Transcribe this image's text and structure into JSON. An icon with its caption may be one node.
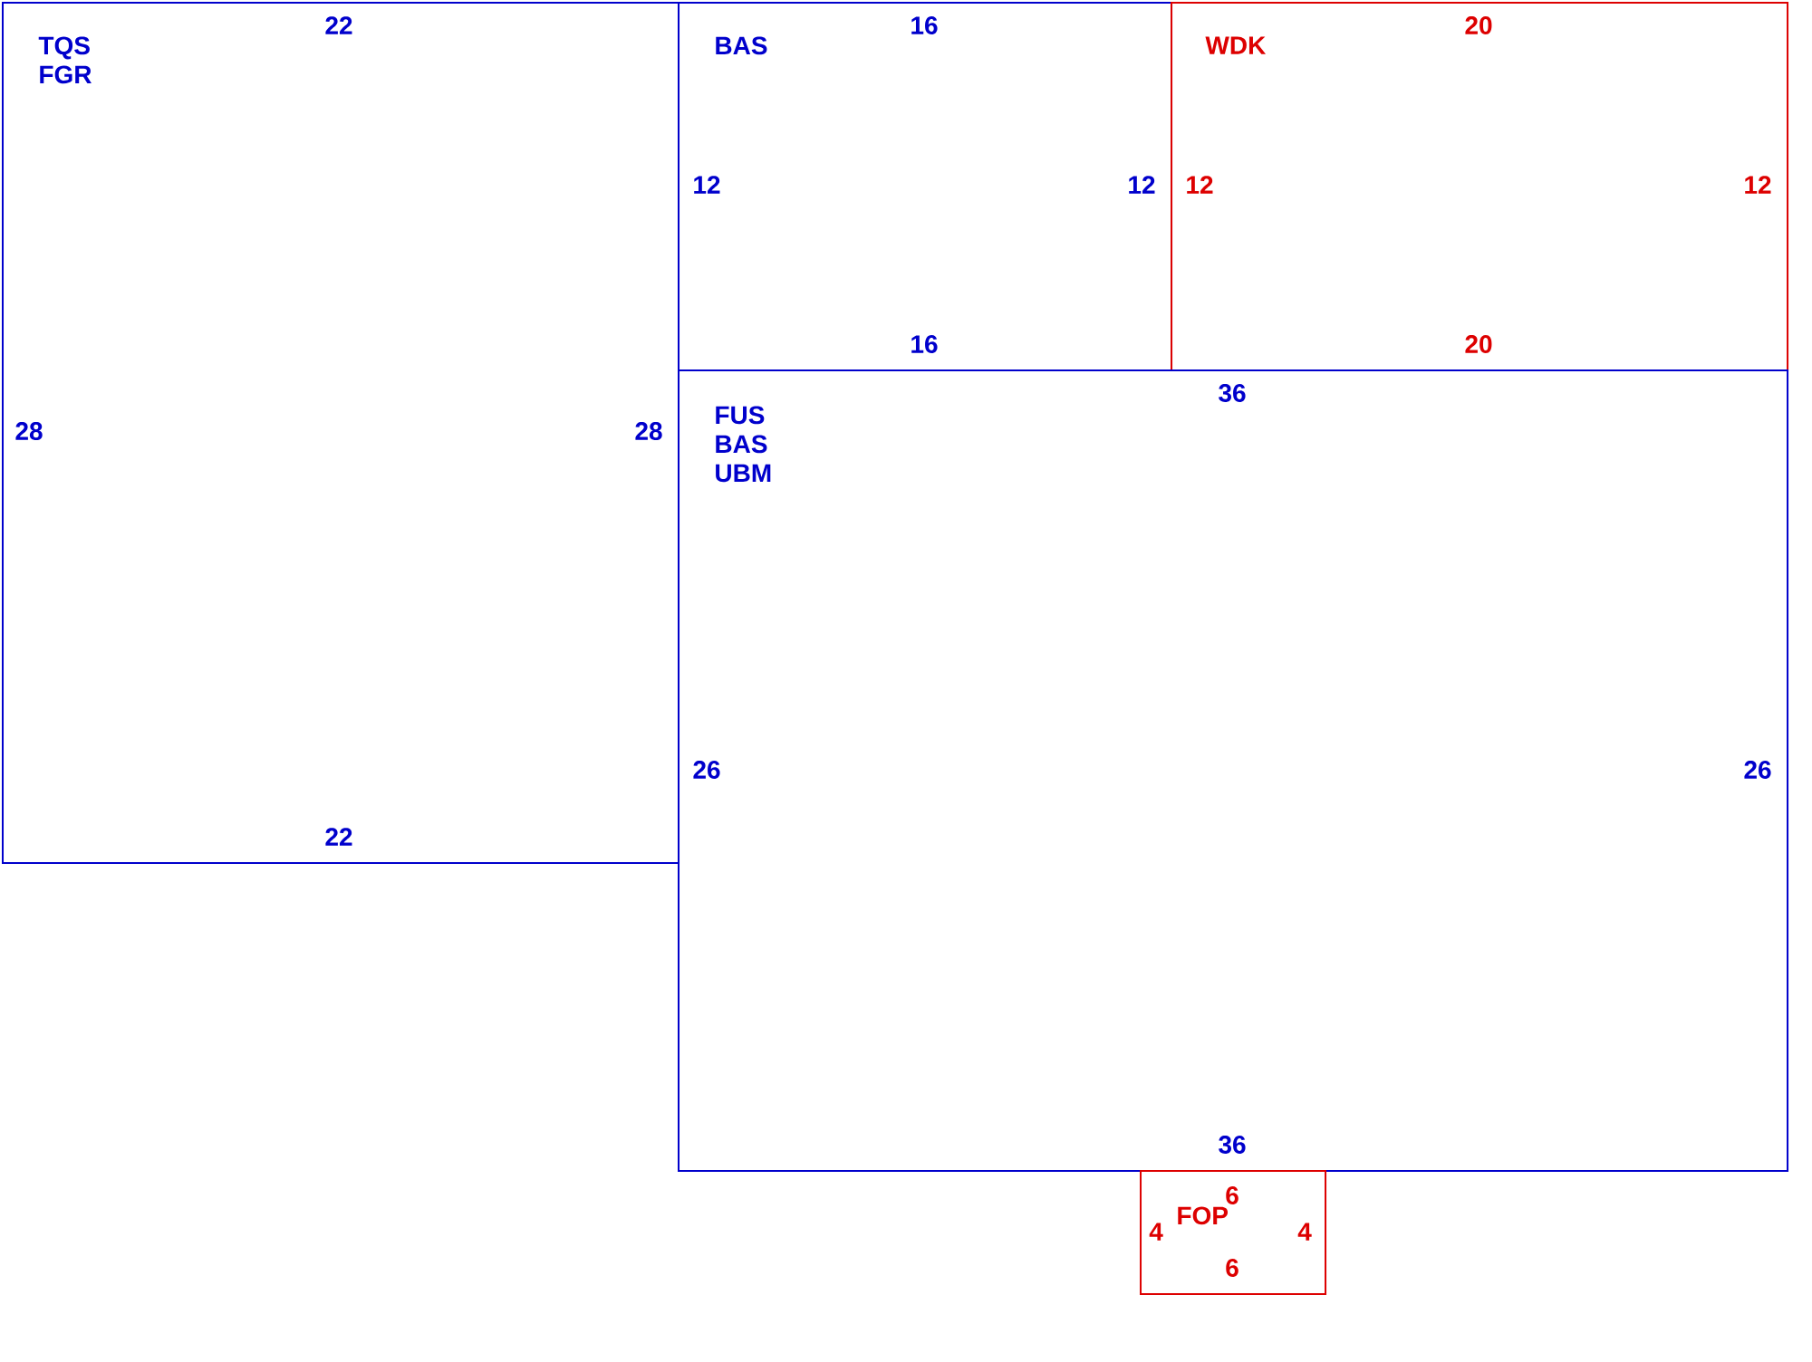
{
  "diagram": {
    "nodes": [
      {
        "text": [
          "TQS FGR",
          "22",
          "28",
          "28",
          "22"
        ]
      },
      {
        "text": [
          "BAS",
          "16",
          "12",
          "12",
          "16"
        ]
      },
      {
        "text": [
          "WDK",
          "20",
          "12",
          "12",
          "20"
        ]
      },
      {
        "text": [
          "FUS BAS UBM",
          "36",
          "26",
          "26",
          "36"
        ]
      },
      {
        "text": [
          "FOP",
          "6",
          "4",
          "4",
          "6"
        ]
      }
    ]
  }
}
